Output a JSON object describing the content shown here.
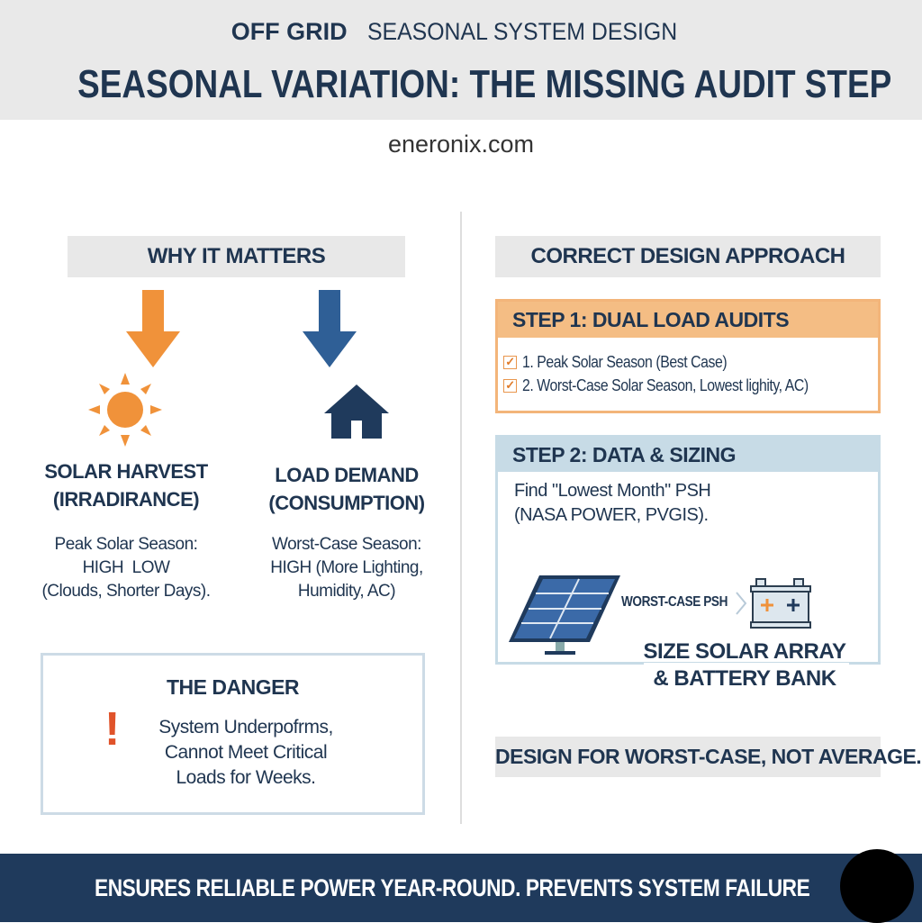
{
  "header": {
    "kicker_bold": "OFF GRID",
    "kicker_rest": "SEASONAL SYSTEM DESIGN",
    "title": "SEASONAL VARIATION: THE MISSING AUDIT STEP",
    "site": "eneronix.com"
  },
  "left": {
    "heading": "WHY IT MATTERS",
    "solar": {
      "title1": "SOLAR HARVEST",
      "title2": "(IRRADIRANCE)",
      "l1": "Peak Solar Season:",
      "l2": "HIGH  LOW",
      "l3": "(Clouds, Shorter Days)."
    },
    "load": {
      "title1": "LOAD DEMAND",
      "title2": "(CONSUMPTION)",
      "l1": "Worst-Case Season:",
      "l2": "HIGH (More Lighting,",
      "l3": "Humidity, AC)"
    },
    "danger": {
      "title": "THE DANGER",
      "mark": "!",
      "l1": "System Underpofrms,",
      "l2": "Cannot Meet Critical",
      "l3": "Loads for Weeks."
    }
  },
  "right": {
    "heading": "CORRECT DESIGN APPROACH",
    "step1": {
      "title": "STEP 1: DUAL LOAD AUDITS",
      "items": [
        "1. Peak Solar Season (Best Case)",
        "2. Worst-Case Solar Season, Lowest lighity, AC)"
      ]
    },
    "step2": {
      "title": "STEP 2: DATA & SIZING",
      "l1": "Find \"Lowest Month\" PSH",
      "l2": "(NASA POWER, PVGIS).",
      "arrow_label": "WORST-CASE PSH",
      "result1": "SIZE SOLAR ARRAY",
      "result2": "& BATTERY BANK"
    },
    "bottom": "DESIGN FOR WORST-CASE, NOT AVERAGE."
  },
  "footer": "ENSURES RELIABLE POWER YEAR-ROUND. PREVENTS SYSTEM FAILURE",
  "colors": {
    "navy": "#1f3a5c",
    "orange": "#f0923a",
    "blue": "#2f5f96",
    "danger": "#e0532a"
  }
}
